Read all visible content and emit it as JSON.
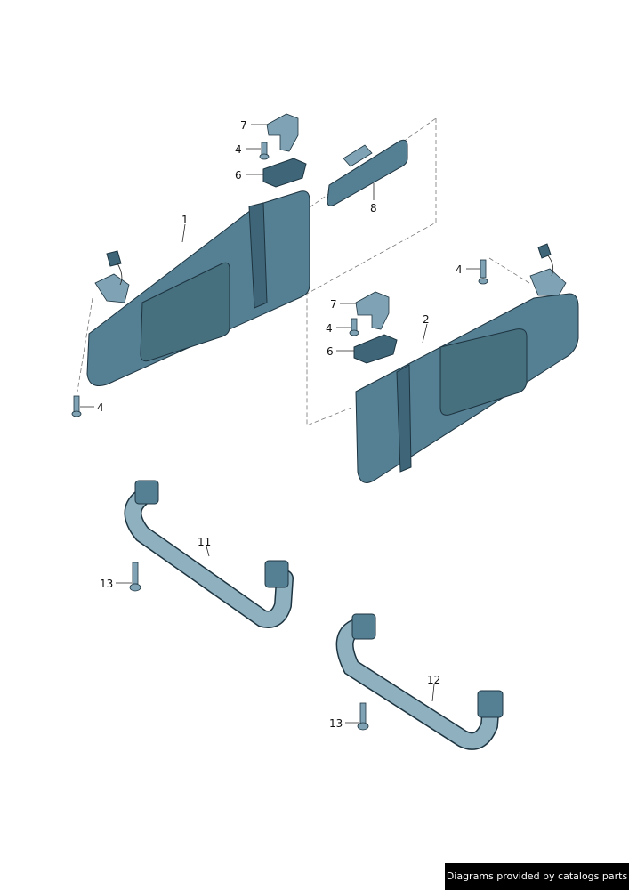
{
  "diagram": {
    "callouts": {
      "c7a": "7",
      "c4a": "4",
      "c6a": "6",
      "c8": "8",
      "c1": "1",
      "c4b": "4",
      "c7b": "7",
      "c4c": "4",
      "c2": "2",
      "c6b": "6",
      "c4d": "4",
      "c11": "11",
      "c13a": "13",
      "c12": "12",
      "c13b": "13"
    },
    "part_color": "#557f93"
  },
  "footer": {
    "text": "Diagrams provided by catalogs parts"
  }
}
